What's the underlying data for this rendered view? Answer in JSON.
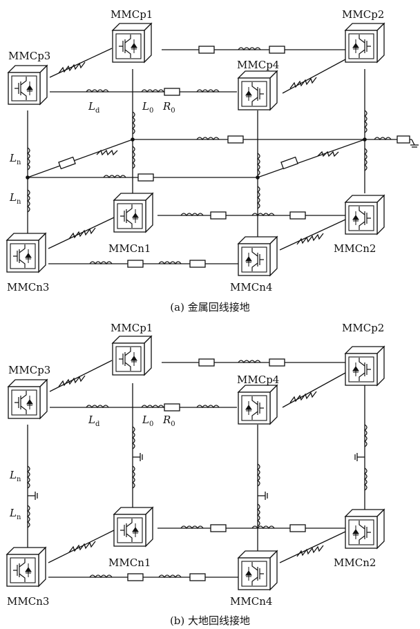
{
  "diagram_a": {
    "caption": "(a)  金属回线接地",
    "nodes": {
      "p1": "MMCp1",
      "p2": "MMCp2",
      "p3": "MMCp3",
      "p4": "MMCp4",
      "n1": "MMCn1",
      "n2": "MMCn2",
      "n3": "MMCn3",
      "n4": "MMCn4"
    },
    "symbols": {
      "Ld": "L",
      "Ld_sub": "d",
      "L0": "L",
      "L0_sub": "0",
      "R0": "R",
      "R0_sub": "0",
      "Ln_top": "L",
      "Ln_top_sub": "n",
      "Ln_bot": "L",
      "Ln_bot_sub": "n"
    }
  },
  "diagram_b": {
    "caption": "(b)  大地回线接地",
    "nodes": {
      "p1": "MMCp1",
      "p2": "MMCp2",
      "p3": "MMCp3",
      "p4": "MMCp4",
      "n1": "MMCn1",
      "n2": "MMCn2",
      "n3": "MMCn3",
      "n4": "MMCn4"
    },
    "symbols": {
      "Ld": "L",
      "Ld_sub": "d",
      "L0": "L",
      "L0_sub": "0",
      "R0": "R",
      "R0_sub": "0",
      "Ln_top": "L",
      "Ln_top_sub": "n",
      "Ln_bot": "L",
      "Ln_bot_sub": "n"
    }
  }
}
